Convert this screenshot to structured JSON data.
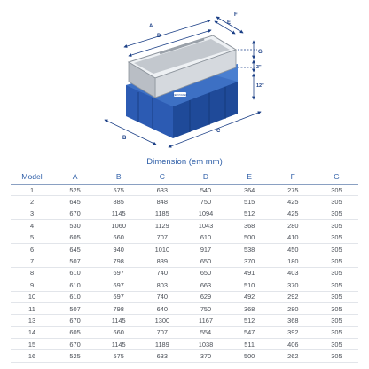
{
  "diagram": {
    "labels": [
      "A",
      "B",
      "C",
      "D",
      "E",
      "F",
      "G",
      "3\"",
      "12\""
    ],
    "brand": "OEM POWER",
    "colors": {
      "body_front": "#2c5bb3",
      "body_side": "#1f4a99",
      "body_top": "#4a7fd0",
      "tray_metal": "#d5d9de",
      "dimension_lines": "#1b3f86"
    }
  },
  "table": {
    "caption": "Dimension (em mm)",
    "headers": [
      "Model",
      "A",
      "B",
      "C",
      "D",
      "E",
      "F",
      "G"
    ],
    "rows": [
      [
        "1",
        "525",
        "575",
        "633",
        "540",
        "364",
        "275",
        "305"
      ],
      [
        "2",
        "645",
        "885",
        "848",
        "750",
        "515",
        "425",
        "305"
      ],
      [
        "3",
        "670",
        "1145",
        "1185",
        "1094",
        "512",
        "425",
        "305"
      ],
      [
        "4",
        "530",
        "1060",
        "1129",
        "1043",
        "368",
        "280",
        "305"
      ],
      [
        "5",
        "605",
        "660",
        "707",
        "610",
        "500",
        "410",
        "305"
      ],
      [
        "6",
        "645",
        "940",
        "1010",
        "917",
        "538",
        "450",
        "305"
      ],
      [
        "7",
        "507",
        "798",
        "839",
        "650",
        "370",
        "180",
        "305"
      ],
      [
        "8",
        "610",
        "697",
        "740",
        "650",
        "491",
        "403",
        "305"
      ],
      [
        "9",
        "610",
        "697",
        "803",
        "663",
        "510",
        "370",
        "305"
      ],
      [
        "10",
        "610",
        "697",
        "740",
        "629",
        "492",
        "292",
        "305"
      ],
      [
        "11",
        "507",
        "798",
        "640",
        "750",
        "368",
        "280",
        "305"
      ],
      [
        "13",
        "670",
        "1145",
        "1300",
        "1167",
        "512",
        "368",
        "305"
      ],
      [
        "14",
        "605",
        "660",
        "707",
        "554",
        "547",
        "392",
        "305"
      ],
      [
        "15",
        "670",
        "1145",
        "1189",
        "1038",
        "511",
        "406",
        "305"
      ],
      [
        "16",
        "525",
        "575",
        "633",
        "370",
        "500",
        "262",
        "305"
      ]
    ]
  }
}
